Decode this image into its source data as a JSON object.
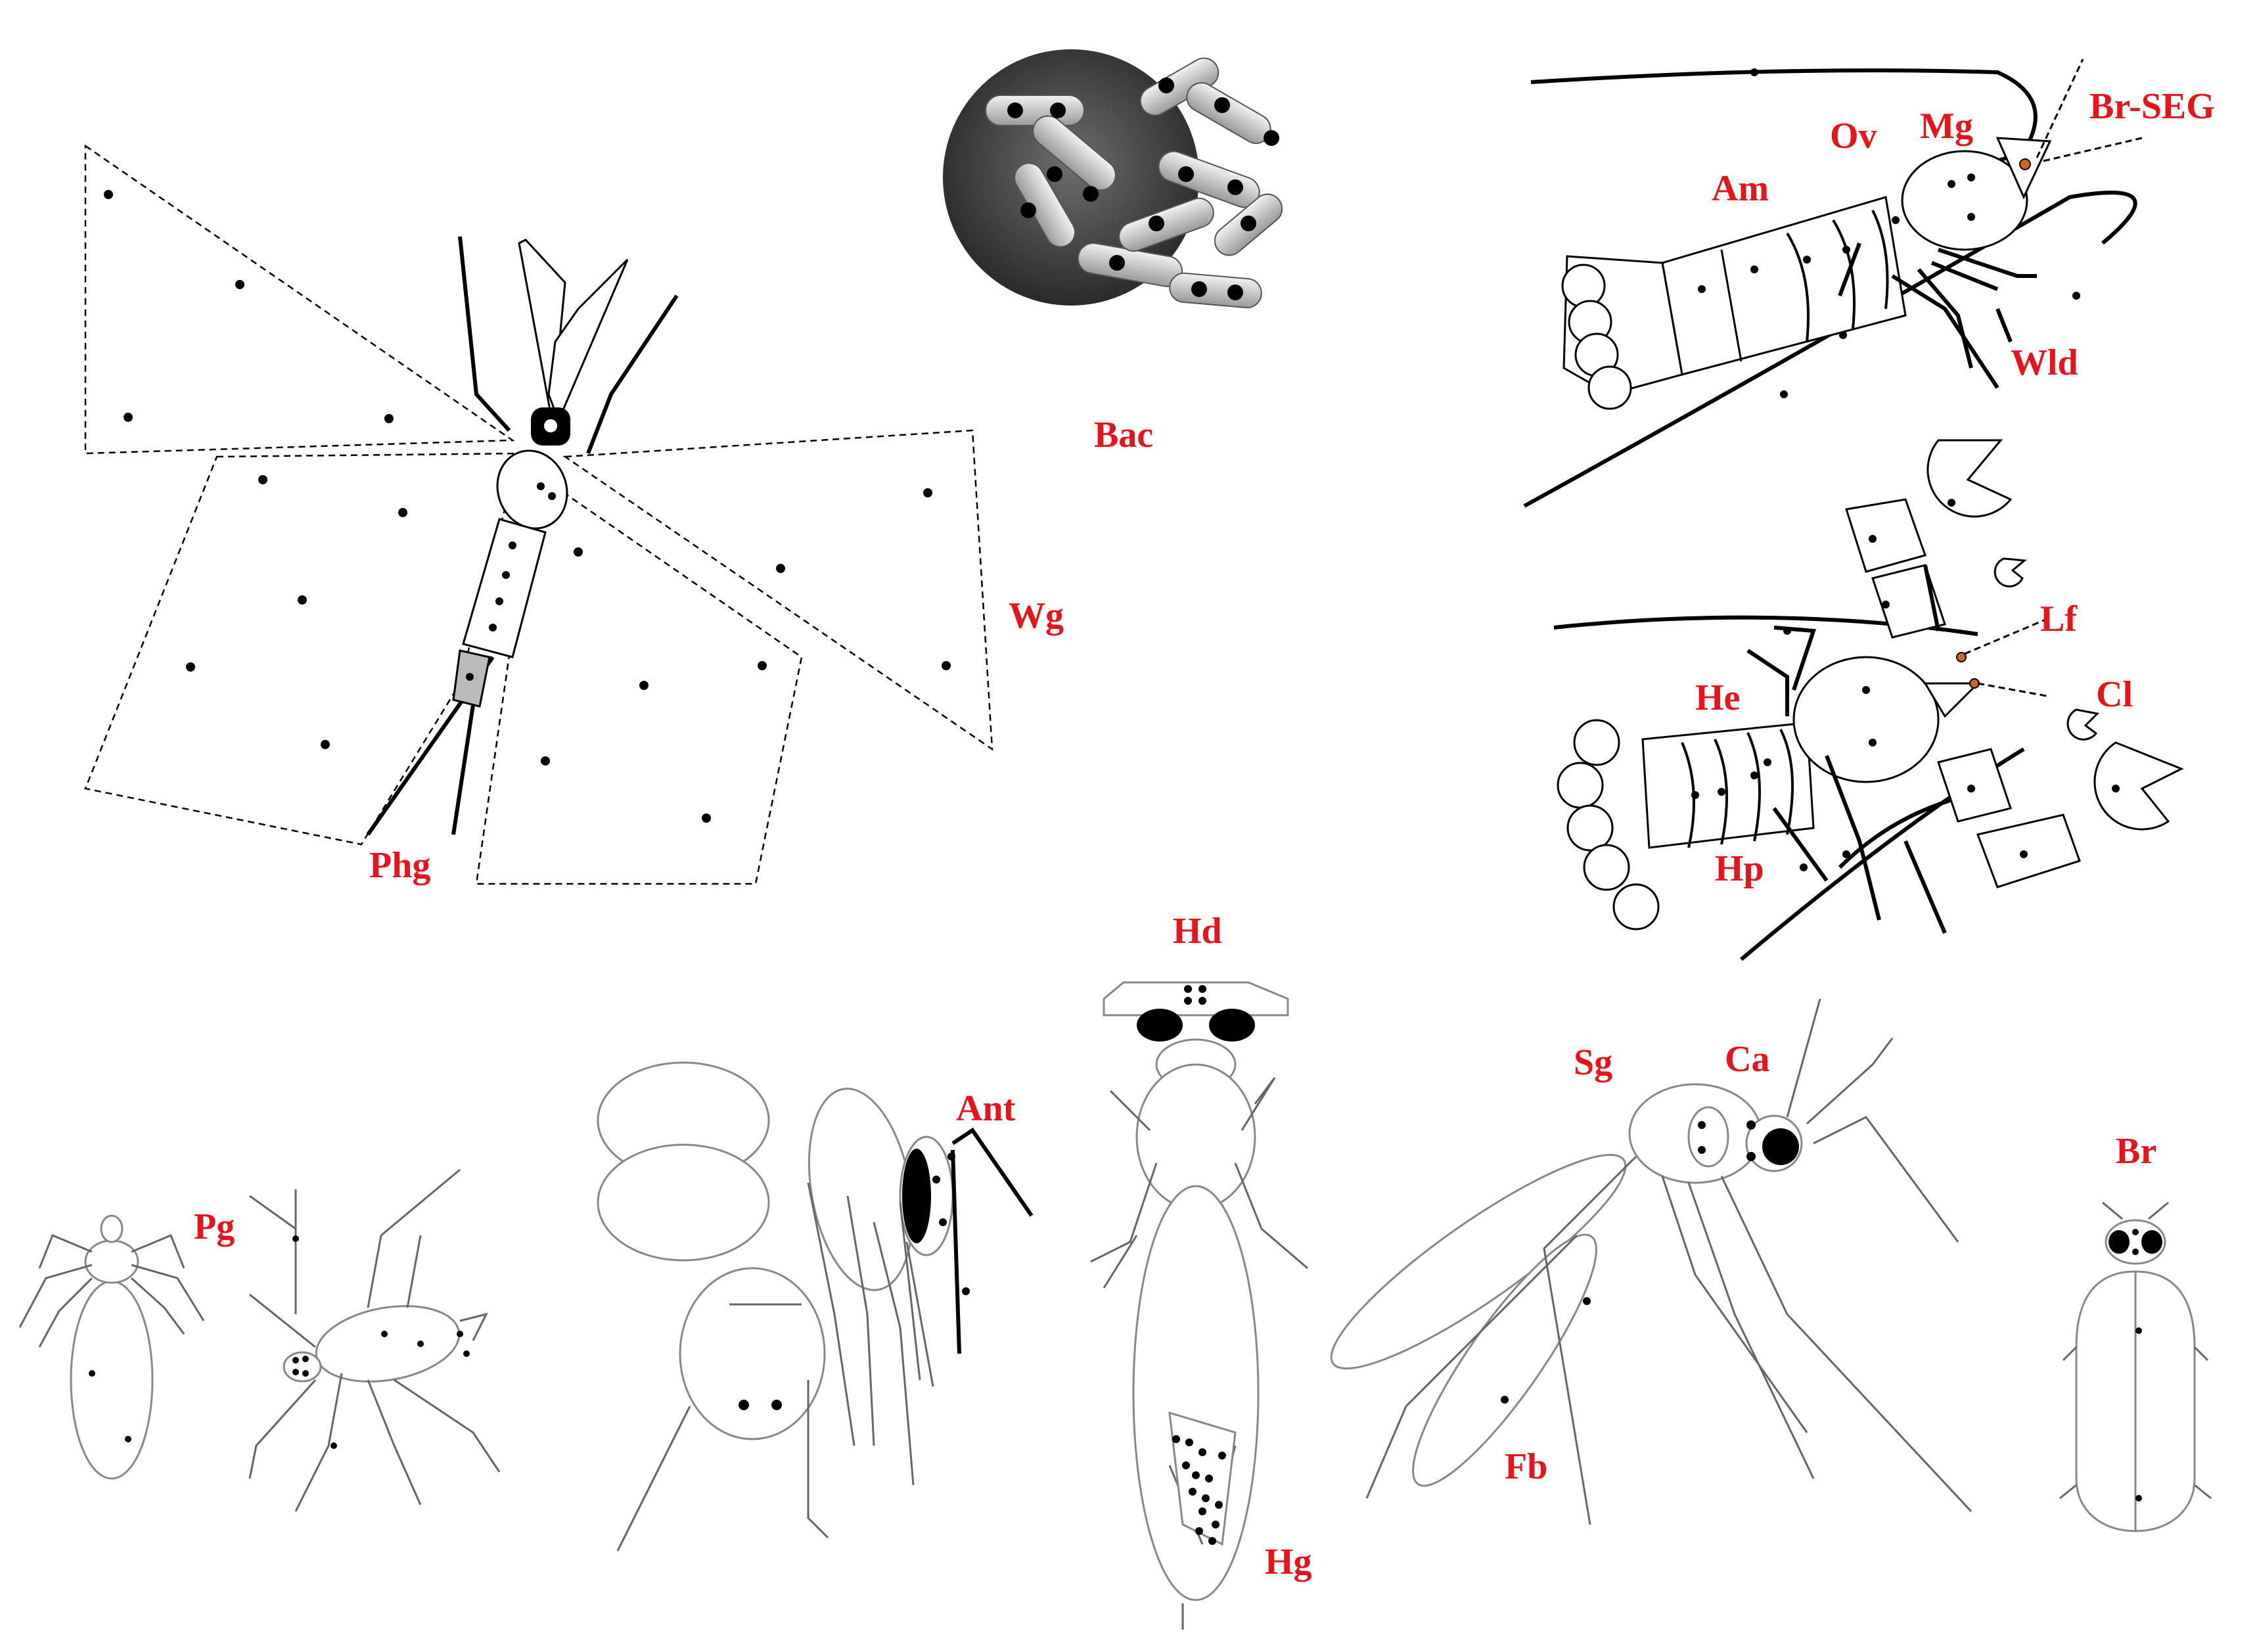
{
  "label_color": "#e8141b",
  "labels": {
    "bac": "Bac",
    "wg": "Wg",
    "phg": "Phg",
    "am": "Am",
    "ov": "Ov",
    "mg": "Mg",
    "br_seg": "Br-SEG",
    "wld": "Wld",
    "lf": "Lf",
    "cl": "Cl",
    "he": "He",
    "hp": "Hp",
    "hd": "Hd",
    "ant": "Ant",
    "pg": "Pg",
    "hg": "Hg",
    "sg": "Sg",
    "ca": "Ca",
    "fb": "Fb",
    "br": "Br"
  }
}
